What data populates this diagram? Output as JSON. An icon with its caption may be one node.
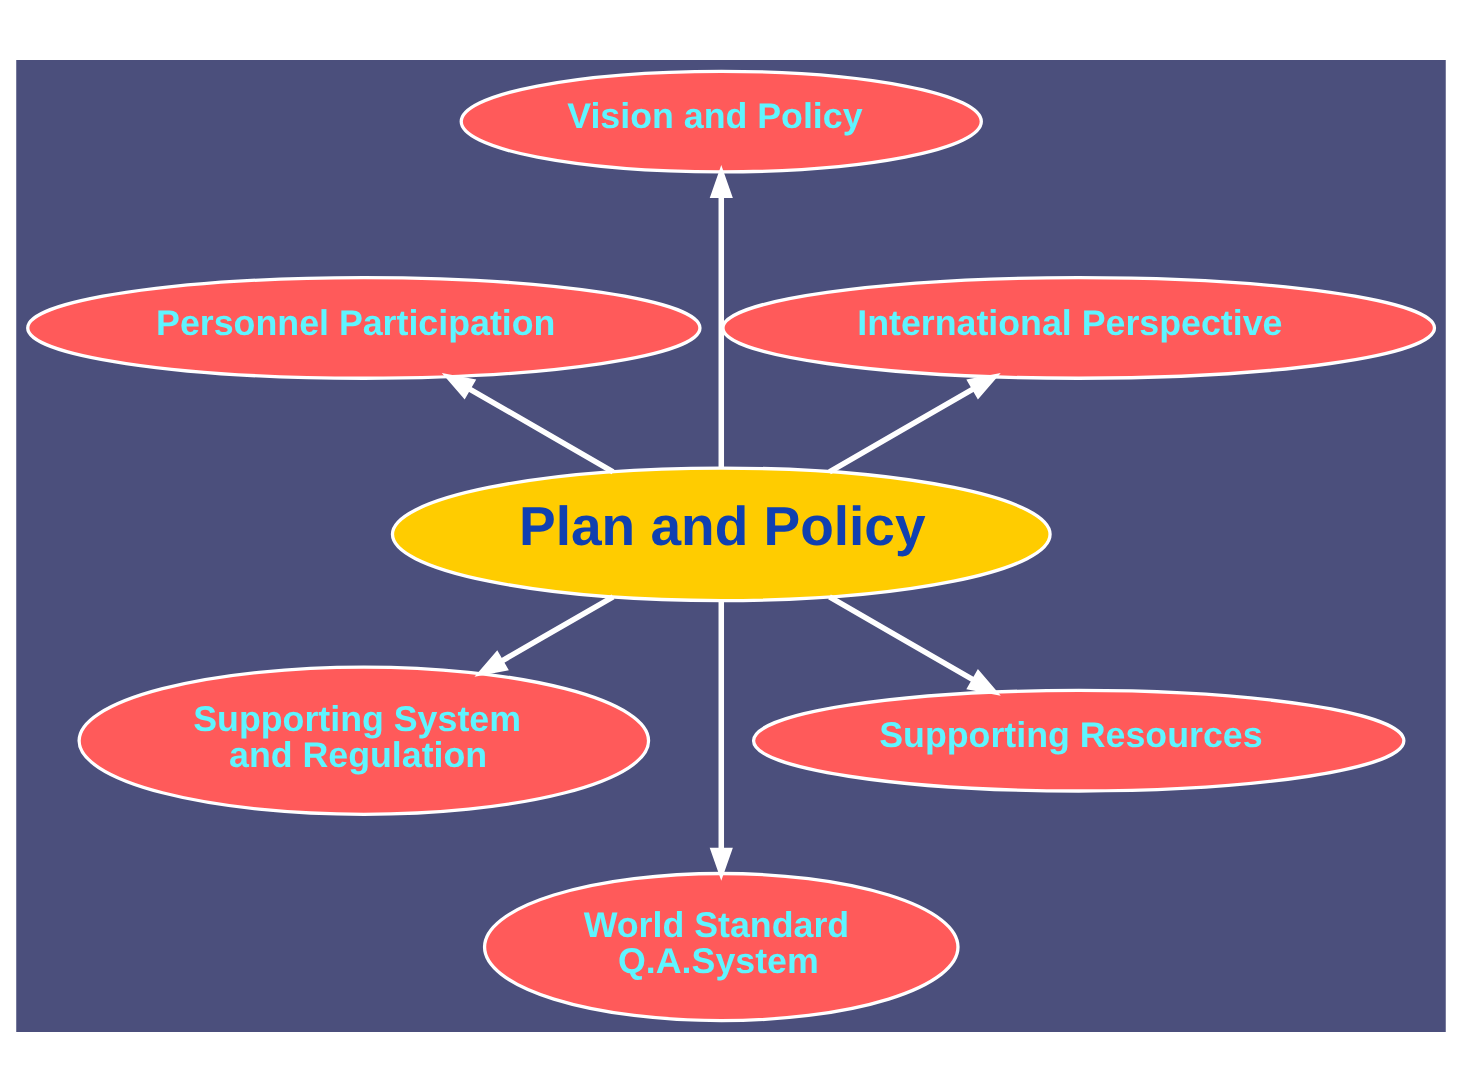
{
  "diagram": {
    "nodes": [
      {
        "text": [
          "Plan and Policy"
        ]
      },
      {
        "text": [
          "International Perspective"
        ]
      },
      {
        "text": [
          "Vision and Policy"
        ]
      },
      {
        "text": [
          "Personnel Participation"
        ]
      },
      {
        "text": [
          "Supporting System and Regulation"
        ]
      },
      {
        "text": [
          "World Standard Q.A.System"
        ]
      },
      {
        "text": [
          "Supporting Resources"
        ]
      }
    ],
    "edges": [
      {
        "from": 0,
        "to": 1,
        "arrow": "to"
      },
      {
        "from": 0,
        "to": 2,
        "arrow": "to"
      },
      {
        "from": 0,
        "to": 3,
        "arrow": "to"
      },
      {
        "from": 0,
        "to": 4,
        "arrow": "to"
      },
      {
        "from": 0,
        "to": 5,
        "arrow": "to"
      },
      {
        "from": 0,
        "to": 6,
        "arrow": "to"
      }
    ]
  }
}
